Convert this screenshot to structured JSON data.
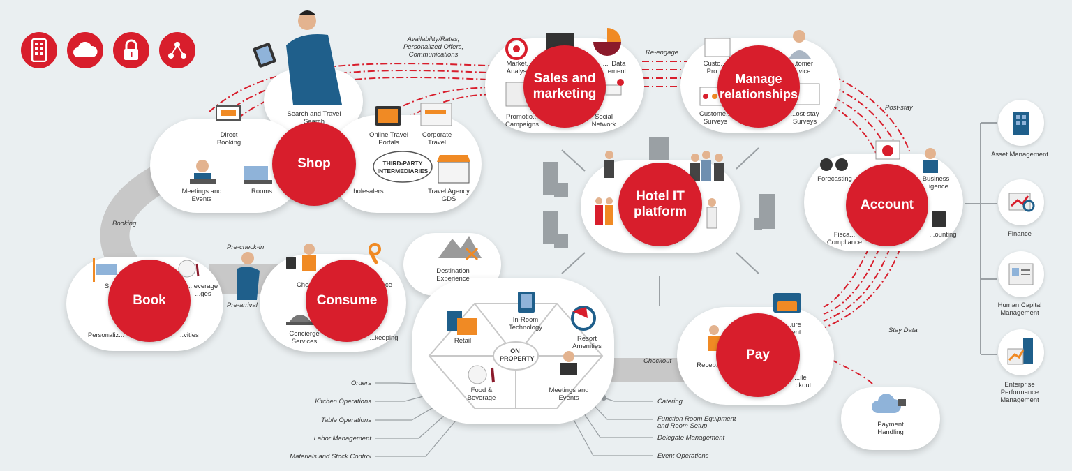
{
  "hub": {
    "title": "Hotel IT platform",
    "subtitle": "C...w"
  },
  "sections": {
    "shop": "Shop",
    "book": "Book",
    "consume": "Consume",
    "sales": "Sales and marketing",
    "manage": "Manage relationships",
    "account": "Account",
    "pay": "Pay"
  },
  "top_icons": [
    "mobile-icon",
    "cloud-icon",
    "lock-icon",
    "network-icon"
  ],
  "flows": {
    "availability": "Availability/Rates, Personalized Offers, Communications",
    "reengage": "Re-engage",
    "post_stay": "Post-stay",
    "booking": "Booking",
    "pre_checkin": "Pre-check-in",
    "pre_arrival": "Pre-arrival",
    "checkout": "Checkout",
    "stay_data": "Stay Data"
  },
  "shop_items": {
    "search": "Search and Travel Search",
    "direct": "Direct Booking",
    "otp": "Online Travel Portals",
    "corporate": "Corporate Travel",
    "third_party": "THIRD-PARTY INTERMEDIARIES",
    "meetings": "Meetings and Events",
    "rooms": "Rooms",
    "wholesalers": "...holesalers",
    "agency": "Travel Agency GDS"
  },
  "book_items": {
    "s": "S...",
    "beverage": "...everage ...ges",
    "personal": "Personaliz...",
    "activities": "...vities"
  },
  "consume_items": {
    "check": "Chec...",
    "ce": "...ce",
    "concierge": "Concierge Services",
    "housekeeping": "...keeping"
  },
  "destination": "Destination Experience",
  "property": {
    "center": "ON PROPERTY",
    "inroom": "In-Room Technology",
    "retail": "Retail",
    "resort": "Resort Amenities",
    "food": "Food & Beverage",
    "meetings": "Meetings and Events"
  },
  "left_callouts": [
    "Orders",
    "Kitchen Operations",
    "Table Operations",
    "Labor Management",
    "Materials and Stock Control"
  ],
  "right_callouts": [
    "Catering",
    "Function Room Equipment and Room Setup",
    "Delegate Management",
    "Event Operations"
  ],
  "sales_items": {
    "market": "Market... Analys...",
    "data": "...l Data ...ement",
    "promo": "Promotio... Campaigns",
    "social": "Social Network"
  },
  "manage_items": {
    "customer_pro": "Custo... Pro...",
    "customer_svc": "...tomer ...vice",
    "surveys": "Custome... Surveys",
    "post_stay_surveys": "...ost-stay Surveys"
  },
  "account_items": {
    "forecasting": "Forecasting",
    "business": "Business ...igence",
    "fiscal": "Fisca... Compliance",
    "accounting": "...ounting"
  },
  "pay_items": {
    "recep": "Recep...",
    "secure": "...ure ...ent",
    "mobile": "...ile ...ckout"
  },
  "payment_handling": "Payment Handling",
  "right_panel": [
    "Asset Management",
    "Finance",
    "Human Capital Management",
    "Enterprise Performance Management"
  ],
  "colors": {
    "red": "#d81e2c",
    "bg": "#eaeff1",
    "track": "#c8c8c8",
    "blue": "#1f5f8b"
  }
}
